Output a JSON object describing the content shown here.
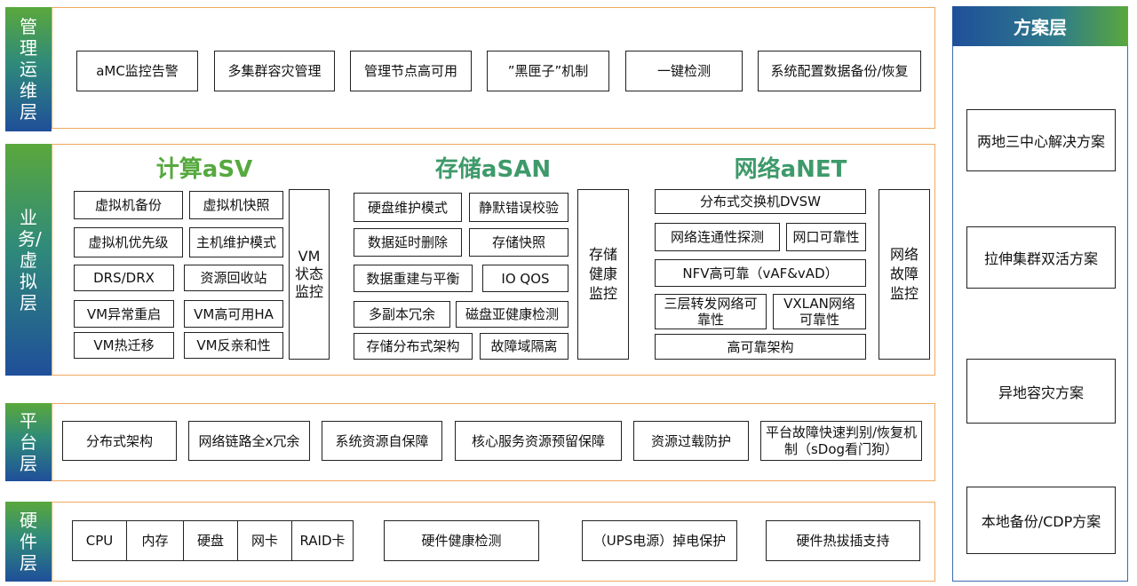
{
  "layers": {
    "mgmt": "管理运维层",
    "business": "业务/虚拟层",
    "platform": "平台层",
    "hardware": "硬件层"
  },
  "mgmt_items": [
    "aMC监控告警",
    "多集群容灾管理",
    "管理节点高可用",
    "”黑匣子”机制",
    "一键检测",
    "系统配置数据备份/恢复"
  ],
  "compute": {
    "title": "计算aSV",
    "items": [
      "虚拟机备份",
      "虚拟机快照",
      "虚拟机优先级",
      "主机维护模式",
      "DRS/DRX",
      "资源回收站",
      "VM异常重启",
      "VM高可用HA",
      "VM热迁移",
      "VM反亲和性"
    ],
    "monitor": "VM状态监控"
  },
  "storage": {
    "title": "存储aSAN",
    "items": [
      "硬盘维护模式",
      "静默错误校验",
      "数据延时删除",
      "存储快照",
      "数据重建与平衡",
      "IO QOS",
      "多副本冗余",
      "磁盘亚健康检测",
      "存储分布式架构",
      "故障域隔离"
    ],
    "monitor": "存储健康监控"
  },
  "network": {
    "title": "网络aNET",
    "items": [
      "分布式交换机DVSW",
      "网络连通性探测",
      "网口可靠性",
      "NFV高可靠（vAF&vAD）",
      "三层转发网络可靠性",
      "VXLAN网络可靠性",
      "高可靠架构"
    ],
    "monitor": "网络故障监控"
  },
  "platform_items": [
    "分布式架构",
    "网络链路全x冗余",
    "系统资源自保障",
    "核心服务资源预留保障",
    "资源过载防护",
    "平台故障快速判别/恢复机制（sDog看门狗）"
  ],
  "hardware_items": [
    "CPU",
    "内存",
    "硬盘",
    "网卡",
    "RAID卡",
    "硬件健康检测",
    "（UPS电源）掉电保护",
    "硬件热拔插支持"
  ],
  "scheme": {
    "title": "方案层",
    "items": [
      "两地三中心解决方案",
      "拉伸集群双活方案",
      "异地容灾方案",
      "本地备份/CDP方案"
    ]
  }
}
